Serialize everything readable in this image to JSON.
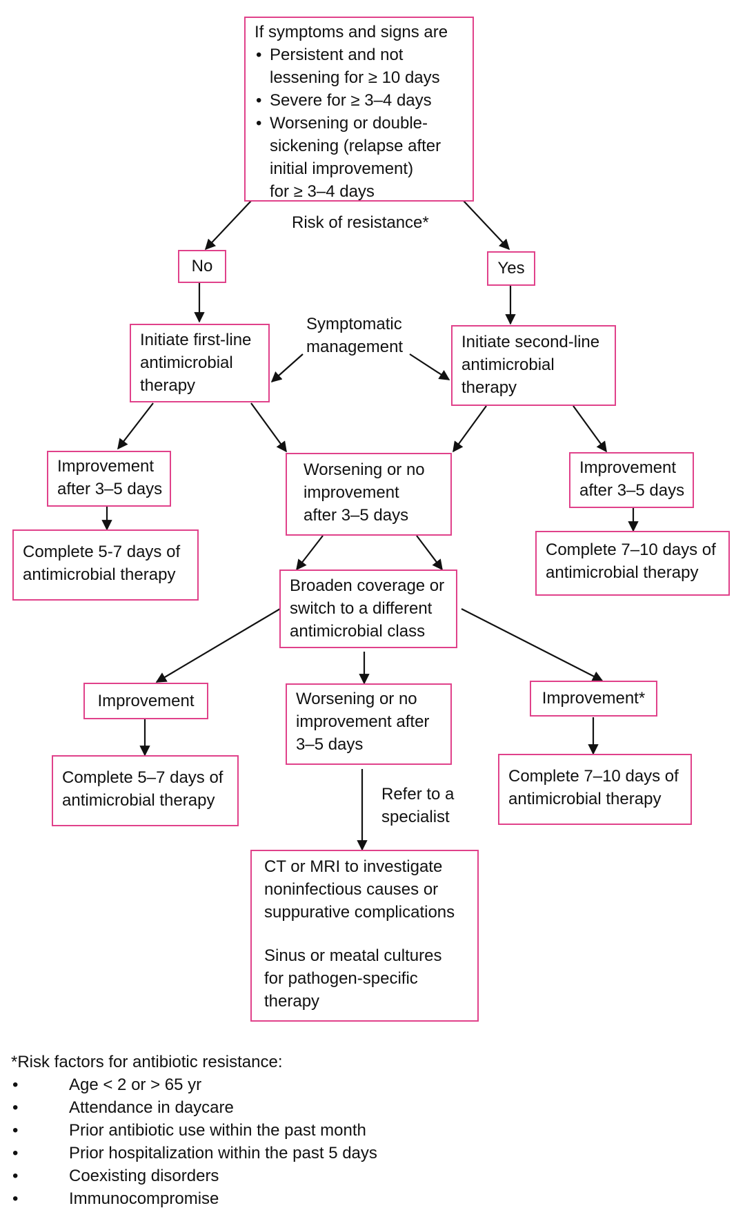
{
  "colors": {
    "box_border": "#e0418a",
    "arrow": "#111111",
    "text": "#111111"
  },
  "start": {
    "intro": "If symptoms and signs are",
    "criteria": [
      [
        "Persistent and not",
        "lessening for ≥ 10 days"
      ],
      [
        "Severe for ≥ 3–4 days"
      ],
      [
        "Worsening or double-",
        "sickening (relapse after",
        "initial improvement)",
        "for ≥ 3–4 days"
      ]
    ]
  },
  "risk_label": "Risk of resistance*",
  "no_label": "No",
  "yes_label": "Yes",
  "symptomatic": [
    "Symptomatic",
    "management"
  ],
  "first_line": [
    "Initiate first-line",
    "antimicrobial",
    "therapy"
  ],
  "second_line": [
    "Initiate second-line",
    "antimicrobial",
    "therapy"
  ],
  "improve_left": [
    "Improvement",
    "after 3–5 days"
  ],
  "complete_left": [
    "Complete 5-7 days of",
    "antimicrobial therapy"
  ],
  "worsen_mid": [
    "Worsening or no",
    "improvement",
    "after 3–5 days"
  ],
  "improve_right": [
    "Improvement",
    "after 3–5 days"
  ],
  "complete_right": [
    "Complete 7–10 days of",
    "antimicrobial therapy"
  ],
  "broaden": [
    "Broaden coverage or",
    "switch to a different",
    "antimicrobial class"
  ],
  "improvement2": "Improvement",
  "complete2_left": [
    "Complete 5–7 days of",
    "antimicrobial therapy"
  ],
  "worsen2": [
    "Worsening or no",
    "improvement after",
    "3–5 days"
  ],
  "improvement2_star": "Improvement*",
  "complete2_right": [
    "Complete 7–10 days of",
    "antimicrobial therapy"
  ],
  "refer": [
    "Refer to a",
    "specialist"
  ],
  "imaging": {
    "para1": [
      "CT or MRI to investigate",
      "noninfectious causes or",
      "suppurative complications"
    ],
    "para2": [
      "Sinus or meatal cultures",
      "for pathogen-specific",
      "therapy"
    ]
  },
  "footnote": {
    "heading": "*Risk factors for antibiotic resistance:",
    "items": [
      "Age < 2 or > 65 yr",
      "Attendance in daycare",
      "Prior antibiotic use within the past month",
      "Prior hospitalization within the past 5 days",
      "Coexisting disorders",
      "Immunocompromise"
    ]
  }
}
